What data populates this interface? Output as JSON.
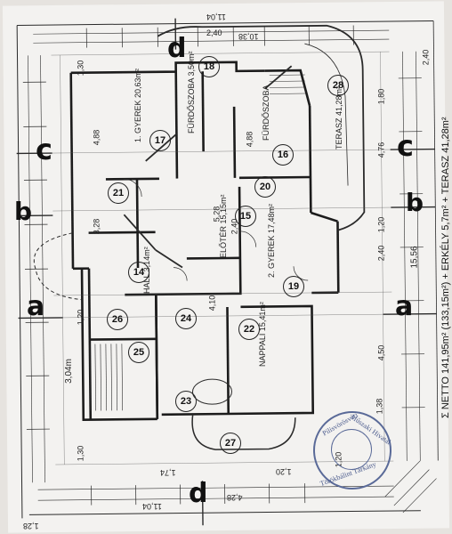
{
  "sections": {
    "a": "a",
    "b": "b",
    "c": "c",
    "d": "d"
  },
  "dimensions": {
    "top_total": "11,04",
    "top_1": "2,40",
    "top_2": "10,38",
    "top_3": "2,40",
    "bottom_total": "11,04",
    "bottom_1": "1,28",
    "bottom_2": "4,28",
    "bottom_3": "1,74",
    "bottom_4": "1,20",
    "right_1": "1,80",
    "right_2": "4,76",
    "right_3": "1,20",
    "right_4": "2,40",
    "right_5": "15,56",
    "right_6": "4,50",
    "left_1": "1,30",
    "left_2": "4,88",
    "left_3": "3,28",
    "left_4": "1,20",
    "left_5": "1,30",
    "left_6": "3,04m",
    "mid_1": "5,28",
    "mid_2": "4,88",
    "mid_3": "4,10",
    "mid_4": "2,40",
    "mid_5": "1,38",
    "mid_6": "1,20"
  },
  "rooms": [
    {
      "num": "17",
      "label": "1. GYEREK 20,63m²"
    },
    {
      "num": "18",
      "label": "FÜRDŐSZOBA 3,50m²"
    },
    {
      "num": "16",
      "label": "FÜRDŐSZOBA"
    },
    {
      "num": "28",
      "label": "TERASZ 41,28m²"
    },
    {
      "num": "21",
      "label": ""
    },
    {
      "num": "15",
      "label": "ELŐTÉR 15,15m²"
    },
    {
      "num": "20",
      "label": ""
    },
    {
      "num": "14",
      "label": "HALL 3,14m²"
    },
    {
      "num": "19",
      "label": "2. GYEREK 17,48m²"
    },
    {
      "num": "24",
      "label": ""
    },
    {
      "num": "22",
      "label": "NAPPALI 15,41m²"
    },
    {
      "num": "25",
      "label": ""
    },
    {
      "num": "23",
      "label": ""
    },
    {
      "num": "27",
      "label": ""
    },
    {
      "num": "26",
      "label": ""
    }
  ],
  "side_note": "Σ NETTO 141,95m² (133,15m²) + ERKÉLY 5,7m² + TERASZ 41,28m²",
  "stamp": {
    "line1": "Pilisvörösvári",
    "line2": "Műszaki Hivatal",
    "line3": "Törökbálint Tárkány"
  }
}
